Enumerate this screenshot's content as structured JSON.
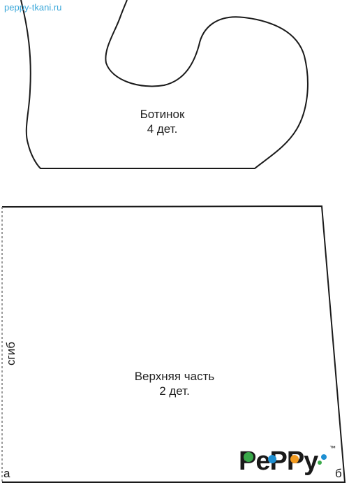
{
  "site": "peppy-tkani.ru",
  "pieces": {
    "boot": {
      "name": "Ботинок",
      "qty": "4 дет."
    },
    "upper": {
      "name": "Верхняя часть",
      "qty": "2 дет."
    }
  },
  "fold_label": "сгиб",
  "point_a": "а",
  "point_b": "б",
  "logo": {
    "text": "PePPy",
    "tm": "™"
  },
  "colors": {
    "outline": "#1a1a1a",
    "site_text": "#3aa7d9",
    "logo_text": "#1a1a1a",
    "logo_dot_green": "#3aa94a",
    "logo_dot_blue": "#1e8fd2",
    "logo_dot_orange": "#f29a1f"
  }
}
